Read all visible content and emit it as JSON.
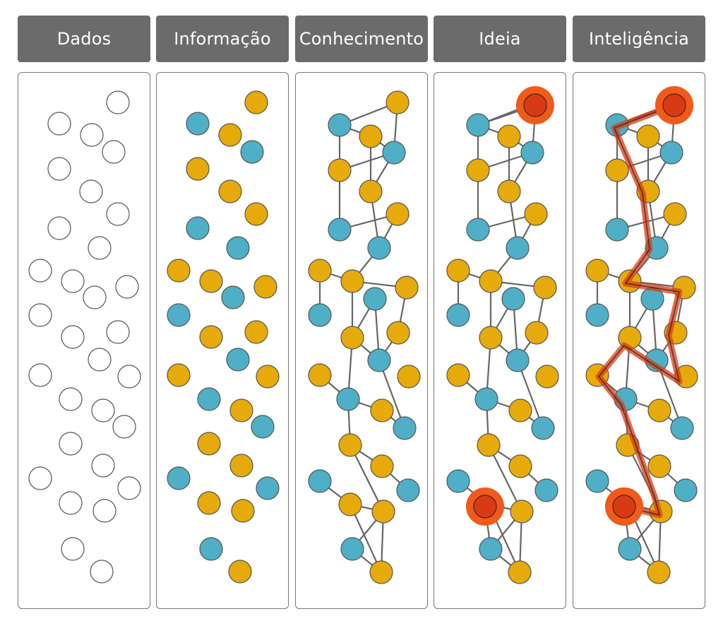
{
  "stages": [
    {
      "id": "dados",
      "label": "Dados"
    },
    {
      "id": "informacao",
      "label": "Informação"
    },
    {
      "id": "conhecimento",
      "label": "Conhecimento"
    },
    {
      "id": "ideia",
      "label": "Ideia"
    },
    {
      "id": "inteligencia",
      "label": "Inteligência"
    }
  ],
  "colors": {
    "header_bg": "#6b6b6b",
    "header_text": "#ffffff",
    "node_empty": "#ffffff",
    "node_blue": "#4eafc6",
    "node_yellow": "#e6aa0a",
    "node_highlight": "#d73b15",
    "node_highlight_halo": "#f05a1a",
    "edge": "#666666",
    "path": "#d4401a"
  }
}
